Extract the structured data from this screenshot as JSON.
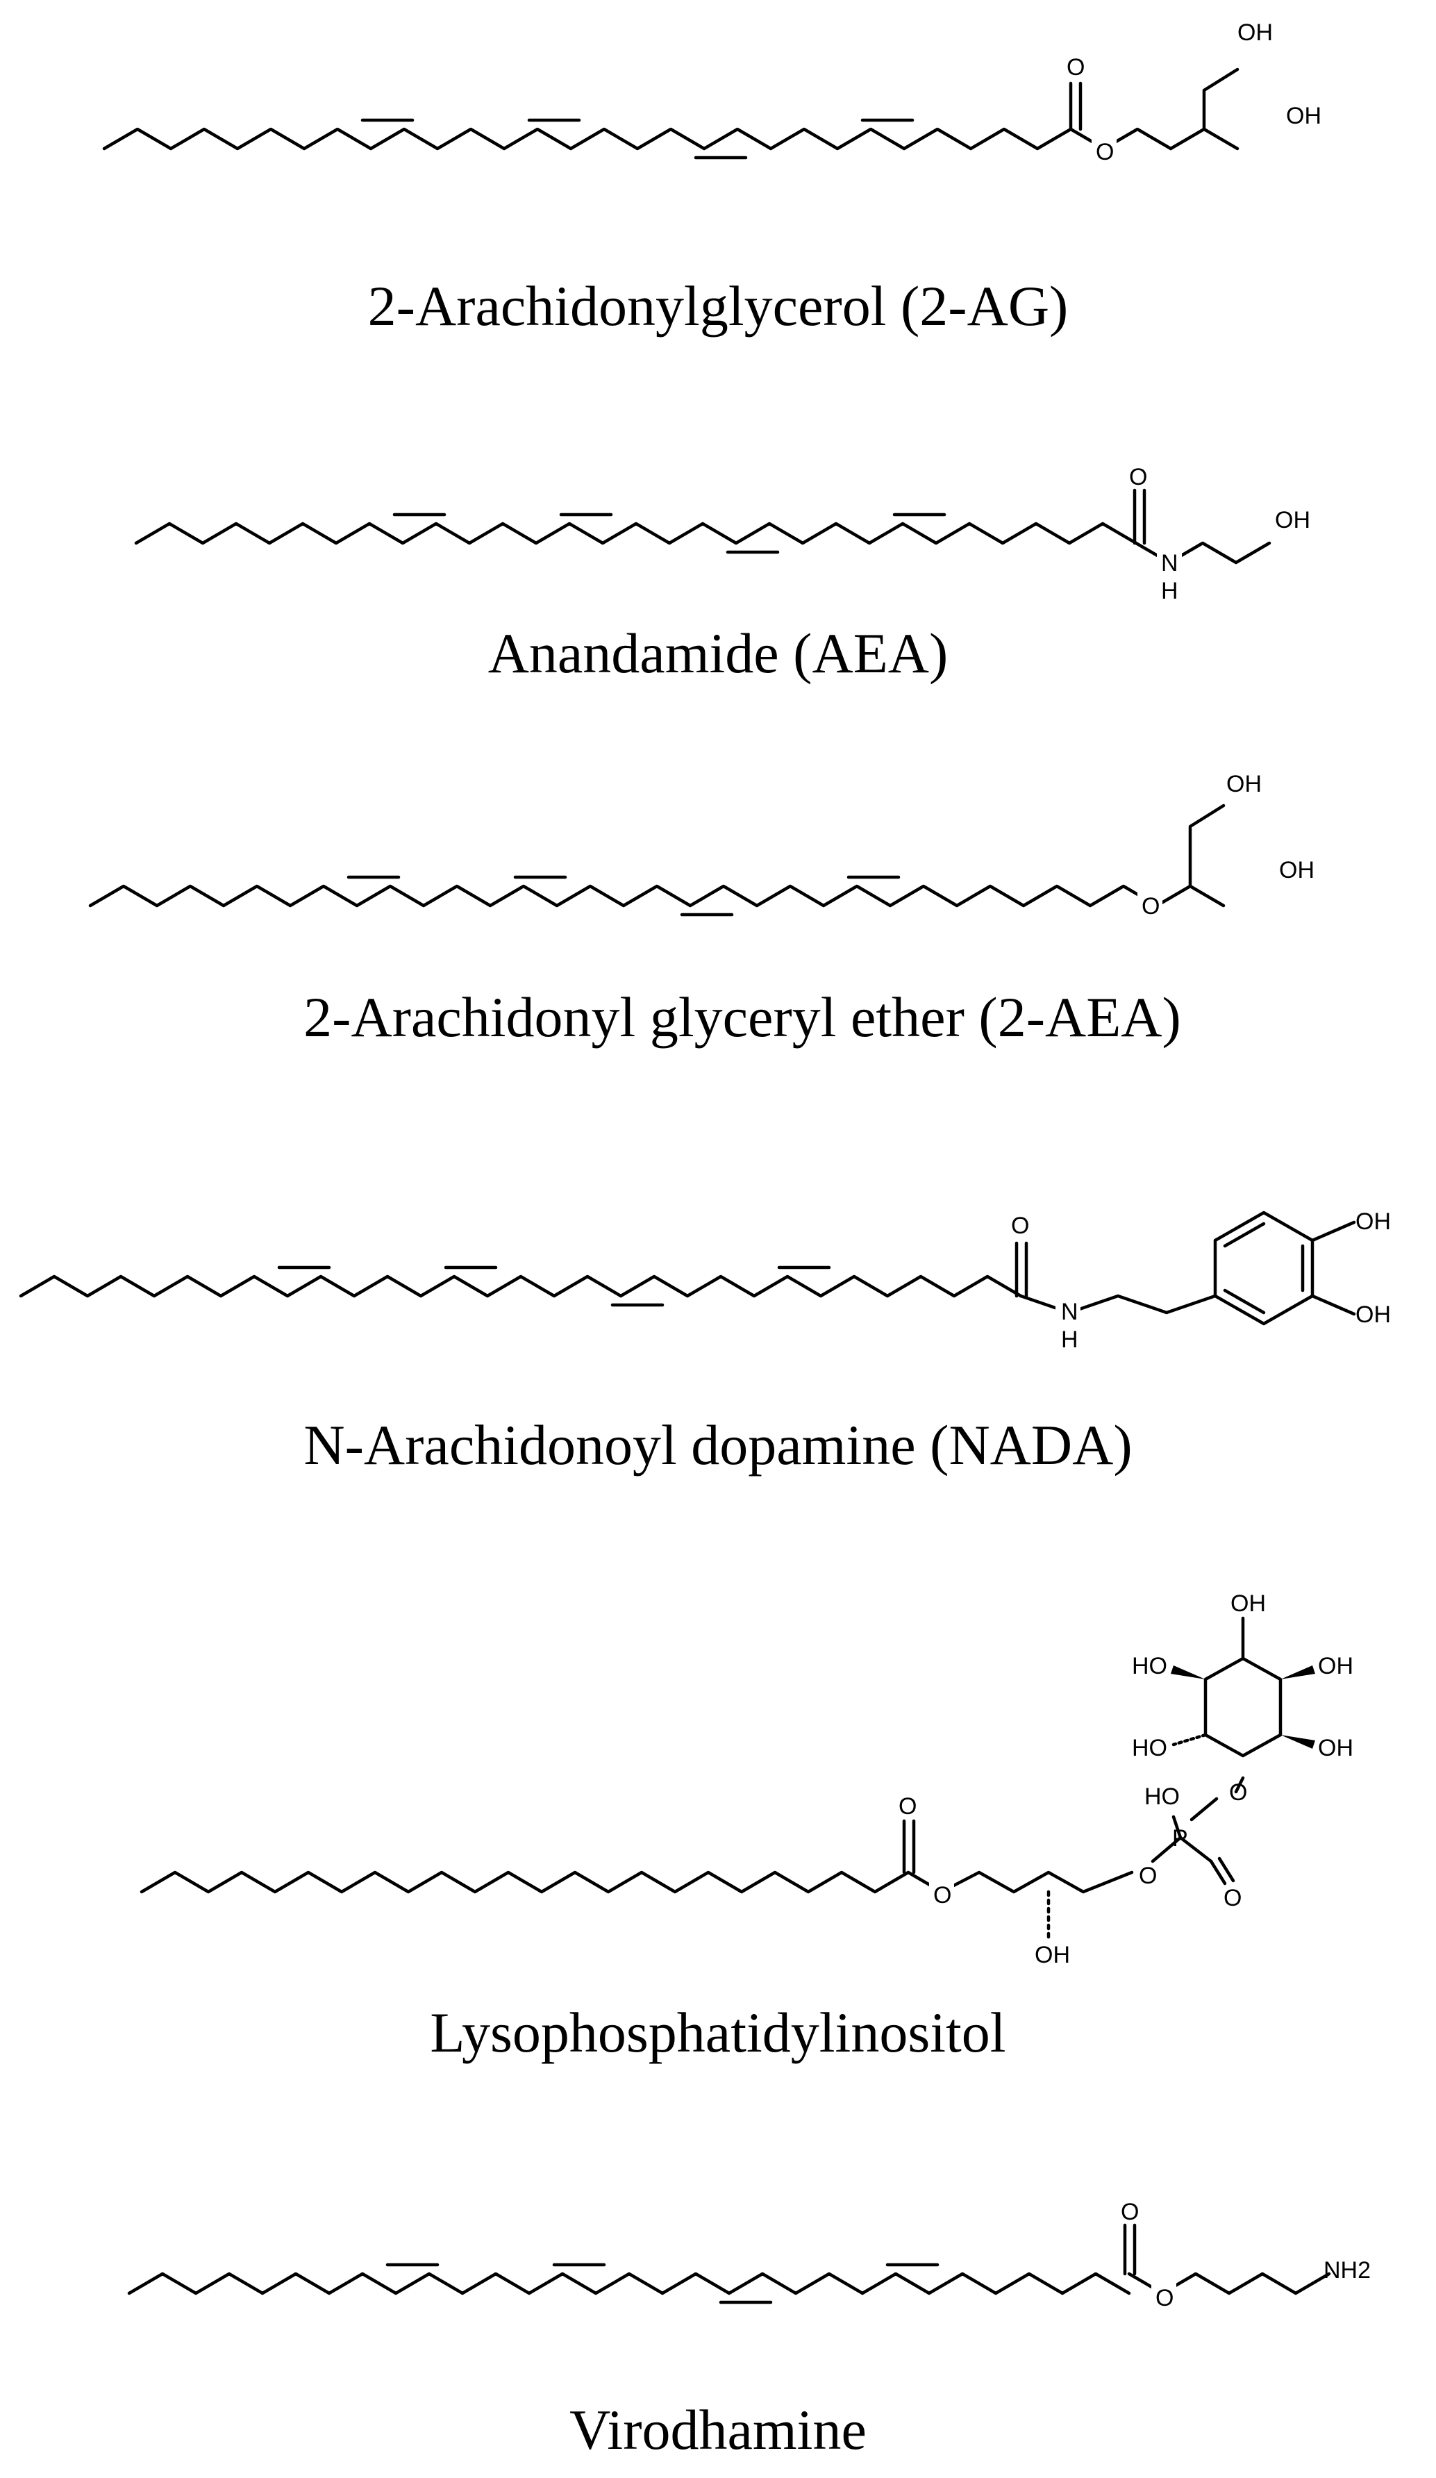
{
  "molecules": [
    {
      "id": "2ag",
      "caption": "2-Arachidonylglycerol (2-AG)",
      "atoms": {
        "o_carbonyl": "O",
        "o_ester": "O",
        "oh_top": "OH",
        "oh_right": "OH"
      }
    },
    {
      "id": "aea",
      "caption": "Anandamide (AEA)",
      "atoms": {
        "o_carbonyl": "O",
        "n": "N",
        "n_h": "H",
        "oh": "OH"
      }
    },
    {
      "id": "2age",
      "caption": "2-Arachidonyl glyceryl ether (2-AEA)",
      "atoms": {
        "o_ether": "O",
        "oh_top": "OH",
        "oh_right": "OH"
      }
    },
    {
      "id": "nada",
      "caption": "N-Arachidonoyl dopamine (NADA)",
      "atoms": {
        "o_carbonyl": "O",
        "n": "N",
        "n_h": "H",
        "oh_upper": "OH",
        "oh_lower": "OH"
      }
    },
    {
      "id": "lpi",
      "caption": "Lysophosphatidylinositol",
      "atoms": {
        "o_carbonyl": "O",
        "o_ester": "O",
        "oh_backbone": "OH",
        "o_phos_left": "O",
        "p": "P",
        "p_oh": "HO",
        "p_o_double": "O",
        "o_phos_right": "O",
        "ring_oh_top": "OH",
        "ring_oh_upper_right": "OH",
        "ring_oh_lower_right": "OH",
        "ring_oh_upper_left": "HO",
        "ring_oh_lower_left": "HO"
      }
    },
    {
      "id": "virodhamine",
      "caption": "Virodhamine",
      "atoms": {
        "o_carbonyl": "O",
        "o_ester": "O",
        "nh2": "NH2"
      }
    }
  ]
}
